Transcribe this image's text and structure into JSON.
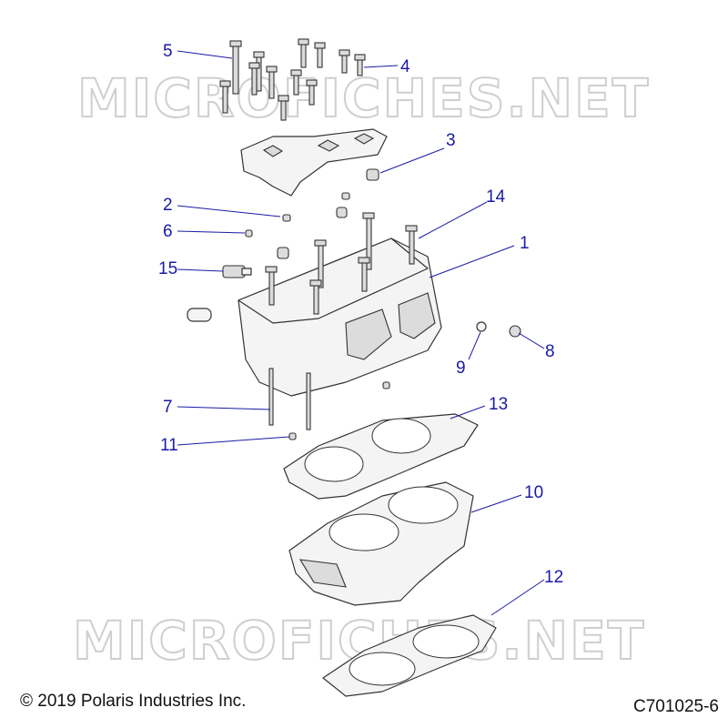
{
  "watermark": {
    "text": "MICROFICHES.NET"
  },
  "footer": {
    "copyright": "© 2019 Polaris Industries Inc.",
    "diagram_code": "C701025-6"
  },
  "callouts": {
    "c1": "1",
    "c2": "2",
    "c3": "3",
    "c4": "4",
    "c5": "5",
    "c6": "6",
    "c7": "7",
    "c8": "8",
    "c9": "9",
    "c10": "10",
    "c11": "11",
    "c12": "12",
    "c13": "13",
    "c14": "14",
    "c15": "15"
  }
}
